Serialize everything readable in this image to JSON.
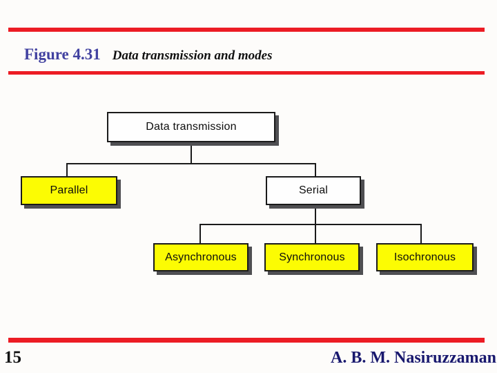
{
  "header": {
    "figure_label": "Figure 4.31",
    "figure_caption": "Data transmission and modes"
  },
  "diagram": {
    "type": "tree",
    "nodes": [
      {
        "id": "data-transmission",
        "label": "Data transmission",
        "fill": "#FFFFFF"
      },
      {
        "id": "parallel",
        "label": "Parallel",
        "fill": "#FCFC03"
      },
      {
        "id": "serial",
        "label": "Serial",
        "fill": "#FFFFFF"
      },
      {
        "id": "asynchronous",
        "label": "Asynchronous",
        "fill": "#FCFC03"
      },
      {
        "id": "synchronous",
        "label": "Synchronous",
        "fill": "#FCFC03"
      },
      {
        "id": "isochronous",
        "label": "Isochronous",
        "fill": "#FCFC03"
      }
    ],
    "edges": [
      {
        "from": "data-transmission",
        "to": "parallel"
      },
      {
        "from": "data-transmission",
        "to": "serial"
      },
      {
        "from": "serial",
        "to": "asynchronous"
      },
      {
        "from": "serial",
        "to": "synchronous"
      },
      {
        "from": "serial",
        "to": "isochronous"
      }
    ]
  },
  "footer": {
    "page_number": "15",
    "author": "A. B. M. Nasiruzzaman"
  },
  "colors": {
    "accent_red": "#EC1C24",
    "figure_label_blue": "#4141A0",
    "author_navy": "#18186E",
    "node_yellow": "#FCFC03",
    "connector_black": "#1A1A1A",
    "shadow_gray": "#4F4F52"
  }
}
